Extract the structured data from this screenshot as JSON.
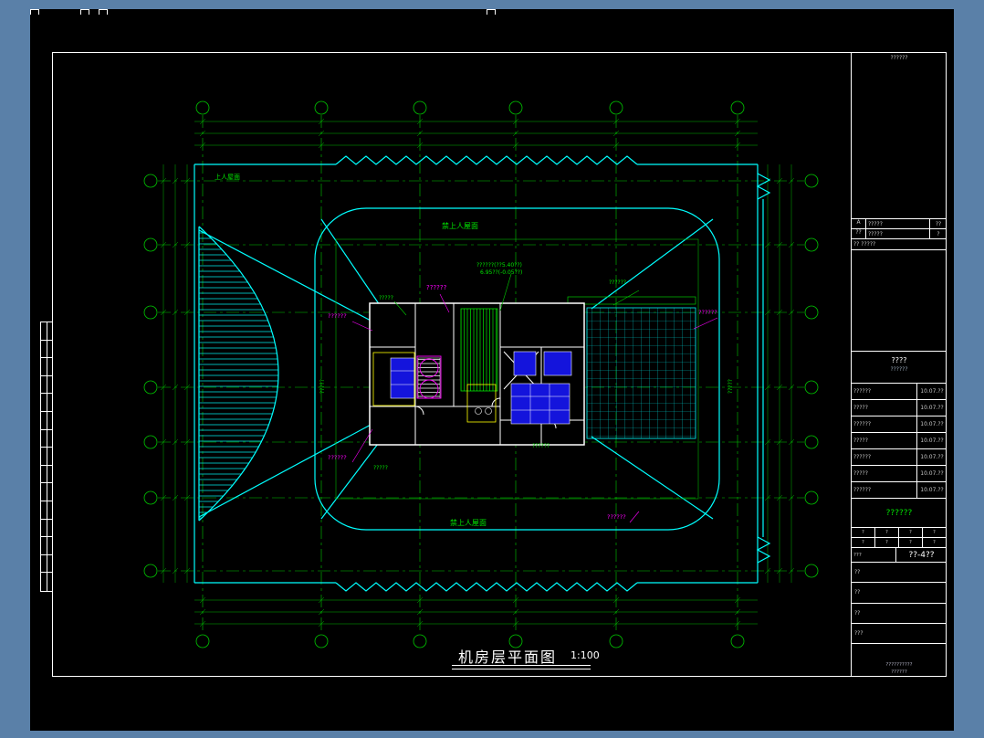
{
  "colors": {
    "background": "#5a80a8",
    "canvas": "#000000",
    "frame": "#ffffff",
    "axis_green": "#00c800",
    "outline_cyan": "#00ffff",
    "annotation_magenta": "#ff00ff",
    "equipment_blue": "#1414dc",
    "detail_yellow": "#ffff00"
  },
  "drawing": {
    "title": "机房层平面图",
    "scale": "1:100"
  },
  "annotations": [
    {
      "text": "禁上人屋面"
    },
    {
      "text": "禁上人屋面"
    },
    {
      "text": "上人屋面"
    },
    {
      "text": "??????"
    },
    {
      "text": "??????"
    },
    {
      "text": "??????"
    },
    {
      "text": "??????"
    },
    {
      "text": "??????"
    },
    {
      "text": "??????(??5.40??)"
    },
    {
      "text": "6.95??(-0.05??)"
    },
    {
      "text": "??????"
    },
    {
      "text": "?????"
    },
    {
      "text": "??????"
    },
    {
      "text": "?????"
    },
    {
      "text": "?????"
    },
    {
      "text": "?????"
    }
  ],
  "title_block": {
    "header_note": "??????",
    "revision_rows": [
      {
        "mark": "A",
        "desc": "?????",
        "extra": "??"
      },
      {
        "mark": "??",
        "desc": "?????",
        "extra": "?"
      }
    ],
    "note_line": "?? ?????",
    "section_label_1": "????",
    "section_label_2": "??????",
    "approval_rows": [
      {
        "label": "??????",
        "value": "10.07.??"
      },
      {
        "label": "?????",
        "value": "10.07.??"
      },
      {
        "label": "??????",
        "value": "10.07.??"
      },
      {
        "label": "?????",
        "value": "10.07.??"
      },
      {
        "label": "??????",
        "value": "10.07.??"
      },
      {
        "label": "?????",
        "value": "10.07.??"
      },
      {
        "label": "??????",
        "value": "10.07.??"
      }
    ],
    "stamp_text": "??????",
    "grid_cells": [
      "?",
      "?",
      "?",
      "?",
      "?",
      "?",
      "?",
      "?"
    ],
    "drawing_no_label": "???",
    "drawing_no": "??-4??",
    "side_rows": [
      "??",
      "??",
      "??",
      "???"
    ],
    "bottom_note_1": "??????????",
    "bottom_note_2": "??????"
  }
}
